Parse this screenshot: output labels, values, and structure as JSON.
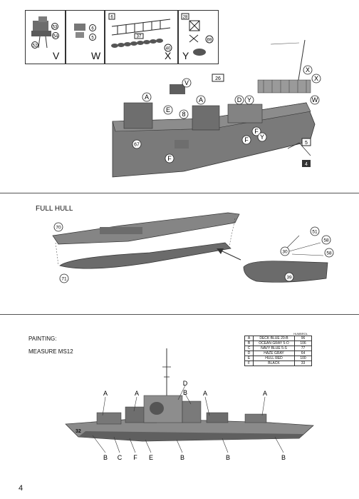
{
  "insets": [
    {
      "letter": "V",
      "parts": [
        "53",
        "54",
        "52"
      ]
    },
    {
      "letter": "W",
      "parts": [
        "6",
        "5"
      ]
    },
    {
      "letter": "X",
      "parts": [
        "6",
        "37",
        "40"
      ]
    },
    {
      "letter": "Y",
      "parts": [
        "28",
        "69"
      ]
    }
  ],
  "step_ship": {
    "callouts": [
      "A",
      "V",
      "A",
      "E",
      "D",
      "W",
      "X",
      "X",
      "8",
      "Y",
      "F",
      "F",
      "F",
      "Y",
      "67",
      "5",
      "4",
      "26"
    ]
  },
  "full_hull": {
    "title": "FULL HULL",
    "parts": [
      "70",
      "71",
      "30",
      "39",
      "51",
      "58",
      "58"
    ]
  },
  "painting": {
    "title": "PAINTING:",
    "measure": "MEASURE MS12",
    "table_header": "HUMBROL",
    "rows": [
      {
        "code": "A",
        "name": "DECK BLUE 20-B",
        "num": "96"
      },
      {
        "code": "B",
        "name": "OCEAN GRAY 5-O",
        "num": "106"
      },
      {
        "code": "C",
        "name": "NAVY BLUE 5-S",
        "num": "77"
      },
      {
        "code": "D",
        "name": "HAZE GRAY",
        "num": "64"
      },
      {
        "code": "E",
        "name": "HULL RED",
        "num": "100"
      },
      {
        "code": "F",
        "name": "BLACK",
        "num": "33"
      }
    ],
    "top_callouts": [
      "A",
      "A",
      "D",
      "B",
      "A",
      "A"
    ],
    "bottom_callouts": [
      "B",
      "C",
      "F",
      "E",
      "B",
      "B",
      "B"
    ],
    "hull_number": "32"
  },
  "page_number": "4"
}
